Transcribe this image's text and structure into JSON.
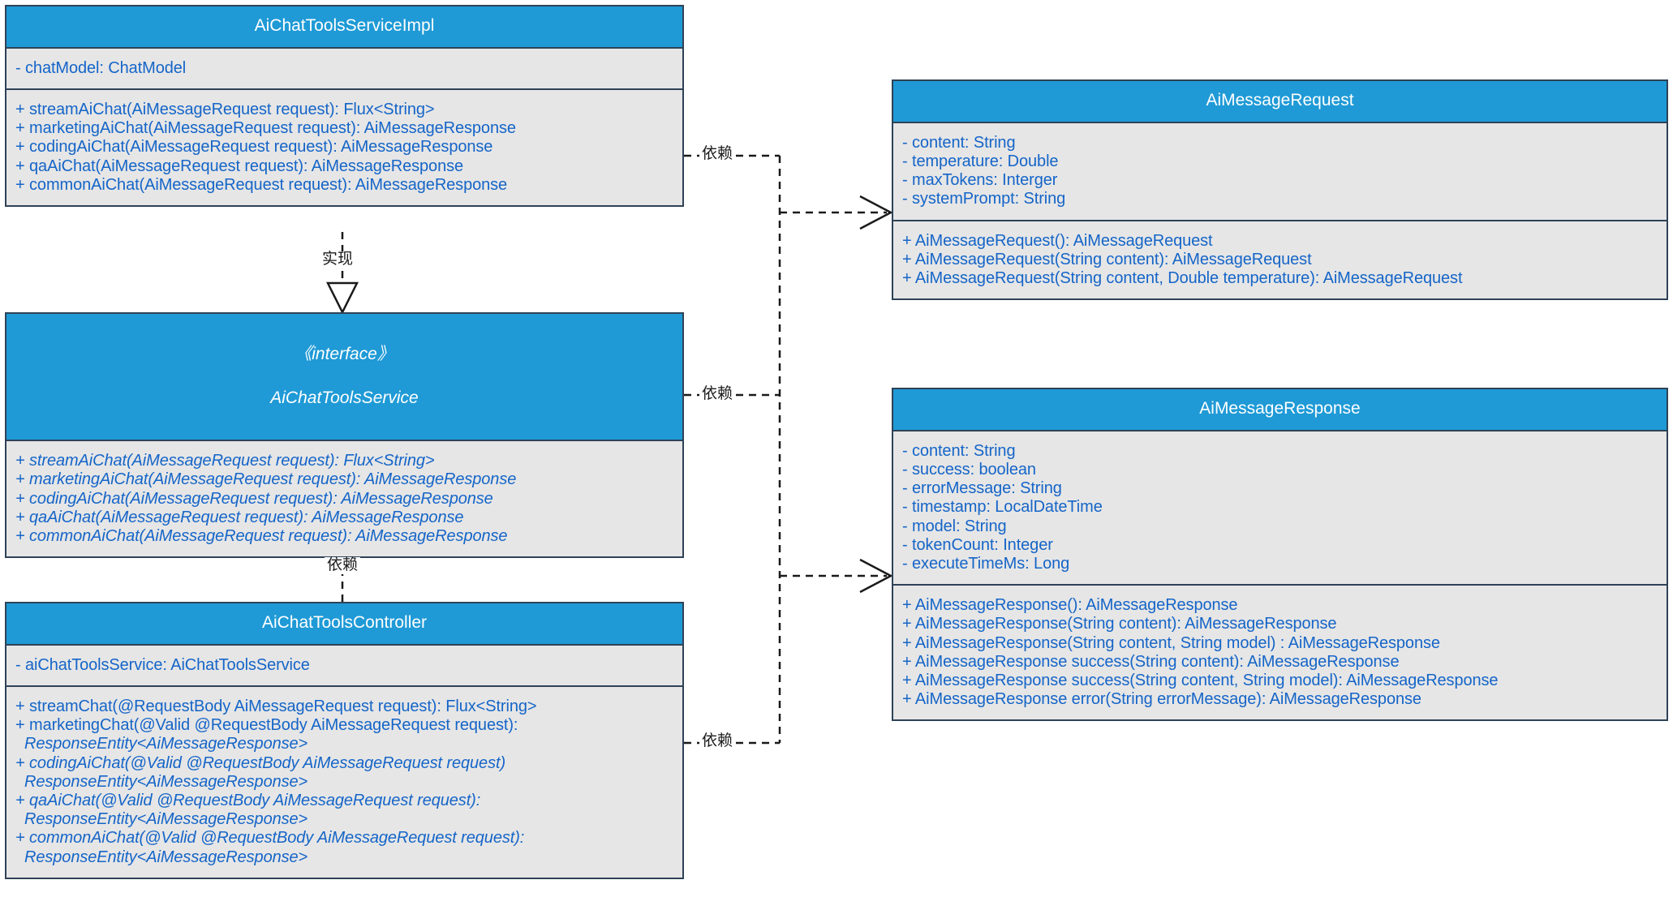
{
  "diagram": {
    "type": "uml-class-diagram",
    "colors": {
      "header_fill": "#1f9ad6",
      "header_text": "#ffffff",
      "body_fill": "#e6e6e6",
      "border": "#2e4256",
      "member_text": "#1565c8",
      "edge": "#000000",
      "background": "#ffffff"
    },
    "classes": {
      "service_impl": {
        "name": "AiChatToolsServiceImpl",
        "attributes": [
          "- chatModel: ChatModel"
        ],
        "operations": [
          "+ streamAiChat(AiMessageRequest request): Flux<String>",
          "+ marketingAiChat(AiMessageRequest request): AiMessageResponse",
          "+ codingAiChat(AiMessageRequest request): AiMessageResponse",
          "+ qaAiChat(AiMessageRequest request): AiMessageResponse",
          "+ commonAiChat(AiMessageRequest request): AiMessageResponse"
        ]
      },
      "service_interface": {
        "stereotype": "《interface》",
        "name": "AiChatToolsService",
        "operations": [
          "+ streamAiChat(AiMessageRequest request): Flux<String>",
          "+ marketingAiChat(AiMessageRequest request): AiMessageResponse",
          "+ codingAiChat(AiMessageRequest request): AiMessageResponse",
          "+ qaAiChat(AiMessageRequest request): AiMessageResponse",
          "+ commonAiChat(AiMessageRequest request): AiMessageResponse"
        ]
      },
      "controller": {
        "name": "AiChatToolsController",
        "attributes": [
          "- aiChatToolsService: AiChatToolsService"
        ],
        "operations": [
          {
            "text": "+ streamChat(@RequestBody AiMessageRequest request): Flux<String>",
            "italic": false,
            "cont": false
          },
          {
            "text": "+ marketingChat(@Valid @RequestBody AiMessageRequest request):",
            "italic": false,
            "cont": false
          },
          {
            "text": "ResponseEntity<AiMessageResponse>",
            "italic": true,
            "cont": true
          },
          {
            "text": "+ codingAiChat(@Valid @RequestBody AiMessageRequest request)",
            "italic": true,
            "cont": false
          },
          {
            "text": "ResponseEntity<AiMessageResponse>",
            "italic": true,
            "cont": true
          },
          {
            "text": "+ qaAiChat(@Valid @RequestBody AiMessageRequest request):",
            "italic": true,
            "cont": false
          },
          {
            "text": "ResponseEntity<AiMessageResponse>",
            "italic": true,
            "cont": true
          },
          {
            "text": "+ commonAiChat(@Valid @RequestBody AiMessageRequest request):",
            "italic": true,
            "cont": false
          },
          {
            "text": "ResponseEntity<AiMessageResponse>",
            "italic": true,
            "cont": true
          }
        ]
      },
      "message_request": {
        "name": "AiMessageRequest",
        "attributes": [
          "- content: String",
          "- temperature: Double",
          "- maxTokens: Interger",
          "- systemPrompt: String"
        ],
        "operations": [
          "+ AiMessageRequest(): AiMessageRequest",
          "+ AiMessageRequest(String content): AiMessageRequest",
          "+ AiMessageRequest(String content, Double temperature): AiMessageRequest"
        ]
      },
      "message_response": {
        "name": "AiMessageResponse",
        "attributes": [
          "- content: String",
          "- success: boolean",
          "- errorMessage: String",
          "- timestamp: LocalDateTime",
          "- model: String",
          "- tokenCount: Integer",
          "- executeTimeMs: Long"
        ],
        "operations": [
          "+ AiMessageResponse(): AiMessageResponse",
          "+ AiMessageResponse(String content): AiMessageResponse",
          "+ AiMessageResponse(String content, String model) : AiMessageResponse",
          "+ AiMessageResponse success(String content): AiMessageResponse",
          "+ AiMessageResponse success(String content, String model): AiMessageResponse",
          "+ AiMessageResponse error(String errorMessage): AiMessageResponse"
        ]
      }
    },
    "edges": [
      {
        "id": "impl-to-interface",
        "label": "实现",
        "kind": "realization"
      },
      {
        "id": "controller-to-interface",
        "label": "依赖",
        "kind": "dependency"
      },
      {
        "id": "impl-to-request",
        "label": "依赖",
        "kind": "dependency"
      },
      {
        "id": "interface-to-response",
        "label": "依赖",
        "kind": "dependency"
      },
      {
        "id": "controller-to-response",
        "label": "依赖",
        "kind": "dependency"
      }
    ]
  }
}
